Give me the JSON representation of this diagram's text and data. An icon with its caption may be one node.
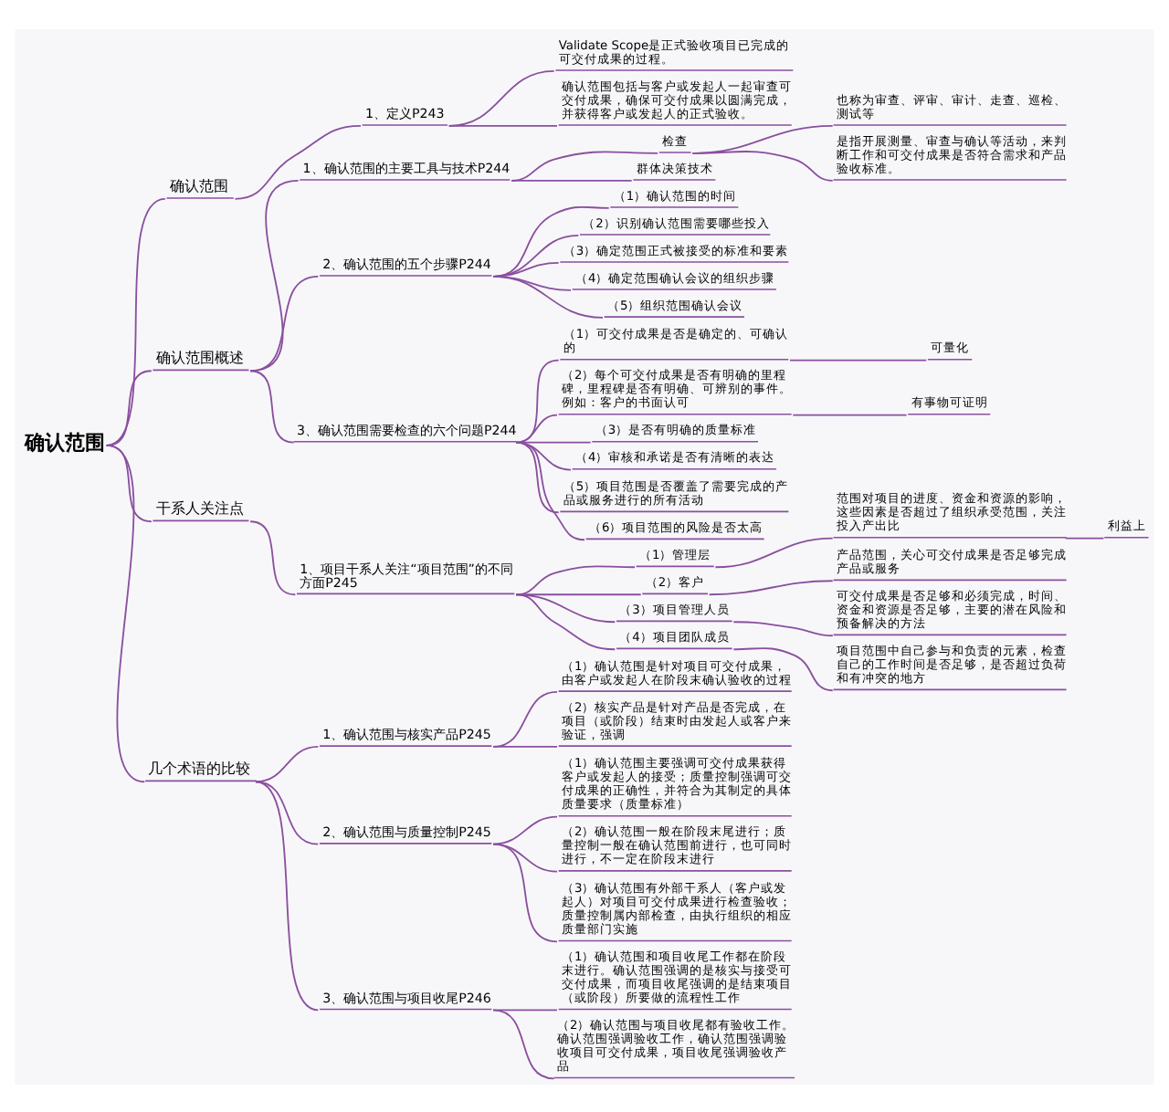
{
  "diagram": {
    "nodes": [
      {
        "text": [
          "确认范围"
        ]
      },
      {
        "text": [
          "确认范围"
        ]
      },
      {
        "text": [
          "1、定义P243"
        ]
      },
      {
        "text": [
          "Validate Scope是正式验收项目已完成的可交付成果的过程。"
        ]
      },
      {
        "text": [
          "确认范围包括与客户或发起人一起审查可交付成果，确保可交付成果以圆满完成，并获得客户或发起人的正式验收。"
        ]
      },
      {
        "text": [
          "确认范围概述"
        ]
      },
      {
        "text": [
          "1、确认范围的主要工具与技术P244"
        ]
      },
      {
        "text": [
          "检查"
        ]
      },
      {
        "text": [
          "也称为审查、评审、审计、走查、巡检、测试等"
        ]
      },
      {
        "text": [
          "是指开展测量、审查与确认等活动，来判断工作和可交付成果是否符合需求和产品验收标准。"
        ]
      },
      {
        "text": [
          "群体决策技术"
        ]
      },
      {
        "text": [
          "2、确认范围的五个步骤P244"
        ]
      },
      {
        "text": [
          "（1）确认范围的时间"
        ]
      },
      {
        "text": [
          "（2）识别确认范围需要哪些投入"
        ]
      },
      {
        "text": [
          "（3）确定范围正式被接受的标准和要素"
        ]
      },
      {
        "text": [
          "（4）确定范围确认会议的组织步骤"
        ]
      },
      {
        "text": [
          "（5）组织范围确认会议"
        ]
      },
      {
        "text": [
          "3、确认范围需要检查的六个问题P244"
        ]
      },
      {
        "text": [
          "（1）可交付成果是否是确定的、可确认的"
        ]
      },
      {
        "text": [
          "可量化"
        ]
      },
      {
        "text": [
          "（2）每个可交付成果是否有明确的里程碑，里程碑是否有明确、可辨别的事件。例如：客户的书面认可"
        ]
      },
      {
        "text": [
          "有事物可证明"
        ]
      },
      {
        "text": [
          "（3）是否有明确的质量标准"
        ]
      },
      {
        "text": [
          "（4）审核和承诺是否有清晰的表达"
        ]
      },
      {
        "text": [
          "（5）项目范围是否覆盖了需要完成的产品或服务进行的所有活动"
        ]
      },
      {
        "text": [
          "（6）项目范围的风险是否太高"
        ]
      },
      {
        "text": [
          "干系人关注点"
        ]
      },
      {
        "text": [
          "1、项目干系人关注“项目范围”的不同方面P245"
        ]
      },
      {
        "text": [
          "（1）管理层"
        ]
      },
      {
        "text": [
          "范围对项目的进度、资金和资源的影响，这些因素是否超过了组织承受范围，关注投入产出比"
        ]
      },
      {
        "text": [
          "利益上"
        ]
      },
      {
        "text": [
          "（2）客户"
        ]
      },
      {
        "text": [
          "产品范围，关心可交付成果是否足够完成产品或服务"
        ]
      },
      {
        "text": [
          "（3）项目管理人员"
        ]
      },
      {
        "text": [
          "可交付成果是否足够和必须完成，时间、资金和资源是否足够，主要的潜在风险和预备解决的方法"
        ]
      },
      {
        "text": [
          "（4）项目团队成员"
        ]
      },
      {
        "text": [
          "项目范围中自己参与和负责的元素，检查自己的工作时间是否足够，是否超过负荷和有冲突的地方"
        ]
      },
      {
        "text": [
          "几个术语的比较"
        ]
      },
      {
        "text": [
          "1、确认范围与核实产品P245"
        ]
      },
      {
        "text": [
          "（1）确认范围是针对项目可交付成果，由客户或发起人在阶段末确认验收的过程"
        ]
      },
      {
        "text": [
          "（2）核实产品是针对产品是否完成，在项目（或阶段）结束时由发起人或客户来验证，强调"
        ]
      },
      {
        "text": [
          "2、确认范围与质量控制P245"
        ]
      },
      {
        "text": [
          "（1）确认范围主要强调可交付成果获得客户或发起人的接受；质量控制强调可交付成果的正确性，并符合为其制定的具体质量要求（质量标准）"
        ]
      },
      {
        "text": [
          "（2）确认范围一般在阶段末尾进行；质量控制一般在确认范围前进行，也可同时进行，不一定在阶段末进行"
        ]
      },
      {
        "text": [
          "（3）确认范围有外部干系人（客户或发起人）对项目可交付成果进行检查验收；质量控制属内部检查，由执行组织的相应质量部门实施"
        ]
      },
      {
        "text": [
          "3、确认范围与项目收尾P246"
        ]
      },
      {
        "text": [
          "（1）确认范围和项目收尾工作都在阶段末进行。确认范围强调的是核实与接受可交付成果，而项目收尾强调的是结束项目（或阶段）所要做的流程性工作"
        ]
      },
      {
        "text": [
          "（2）确认范围与项目收尾都有验收工作。确认范围强调验收工作，确认范围强调验收项目可交付成果，项目收尾强调验收产品"
        ]
      }
    ],
    "edges": [
      {
        "from": 0,
        "to": 1,
        "arrow": "none"
      },
      {
        "from": 1,
        "to": 2,
        "arrow": "none"
      },
      {
        "from": 2,
        "to": 3,
        "arrow": "none"
      },
      {
        "from": 2,
        "to": 4,
        "arrow": "none"
      },
      {
        "from": 0,
        "to": 5,
        "arrow": "none"
      },
      {
        "from": 5,
        "to": 6,
        "arrow": "none"
      },
      {
        "from": 6,
        "to": 7,
        "arrow": "none"
      },
      {
        "from": 7,
        "to": 8,
        "arrow": "none"
      },
      {
        "from": 7,
        "to": 9,
        "arrow": "none"
      },
      {
        "from": 6,
        "to": 10,
        "arrow": "none"
      },
      {
        "from": 5,
        "to": 11,
        "arrow": "none"
      },
      {
        "from": 11,
        "to": 12,
        "arrow": "none"
      },
      {
        "from": 11,
        "to": 13,
        "arrow": "none"
      },
      {
        "from": 11,
        "to": 14,
        "arrow": "none"
      },
      {
        "from": 11,
        "to": 15,
        "arrow": "none"
      },
      {
        "from": 11,
        "to": 16,
        "arrow": "none"
      },
      {
        "from": 5,
        "to": 17,
        "arrow": "none"
      },
      {
        "from": 17,
        "to": 18,
        "arrow": "none"
      },
      {
        "from": 18,
        "to": 19,
        "arrow": "none"
      },
      {
        "from": 17,
        "to": 20,
        "arrow": "none"
      },
      {
        "from": 20,
        "to": 21,
        "arrow": "none"
      },
      {
        "from": 17,
        "to": 22,
        "arrow": "none"
      },
      {
        "from": 17,
        "to": 23,
        "arrow": "none"
      },
      {
        "from": 17,
        "to": 24,
        "arrow": "none"
      },
      {
        "from": 17,
        "to": 25,
        "arrow": "none"
      },
      {
        "from": 0,
        "to": 26,
        "arrow": "none"
      },
      {
        "from": 26,
        "to": 27,
        "arrow": "none"
      },
      {
        "from": 27,
        "to": 28,
        "arrow": "none"
      },
      {
        "from": 28,
        "to": 29,
        "arrow": "none"
      },
      {
        "from": 29,
        "to": 30,
        "arrow": "none"
      },
      {
        "from": 27,
        "to": 31,
        "arrow": "none"
      },
      {
        "from": 31,
        "to": 32,
        "arrow": "none"
      },
      {
        "from": 27,
        "to": 33,
        "arrow": "none"
      },
      {
        "from": 33,
        "to": 34,
        "arrow": "none"
      },
      {
        "from": 27,
        "to": 35,
        "arrow": "none"
      },
      {
        "from": 35,
        "to": 36,
        "arrow": "none"
      },
      {
        "from": 0,
        "to": 37,
        "arrow": "none"
      },
      {
        "from": 37,
        "to": 38,
        "arrow": "none"
      },
      {
        "from": 38,
        "to": 39,
        "arrow": "none"
      },
      {
        "from": 38,
        "to": 40,
        "arrow": "none"
      },
      {
        "from": 37,
        "to": 41,
        "arrow": "none"
      },
      {
        "from": 41,
        "to": 42,
        "arrow": "none"
      },
      {
        "from": 41,
        "to": 43,
        "arrow": "none"
      },
      {
        "from": 41,
        "to": 44,
        "arrow": "none"
      },
      {
        "from": 37,
        "to": 45,
        "arrow": "none"
      },
      {
        "from": 45,
        "to": 46,
        "arrow": "none"
      },
      {
        "from": 45,
        "to": 47,
        "arrow": "none"
      }
    ]
  }
}
